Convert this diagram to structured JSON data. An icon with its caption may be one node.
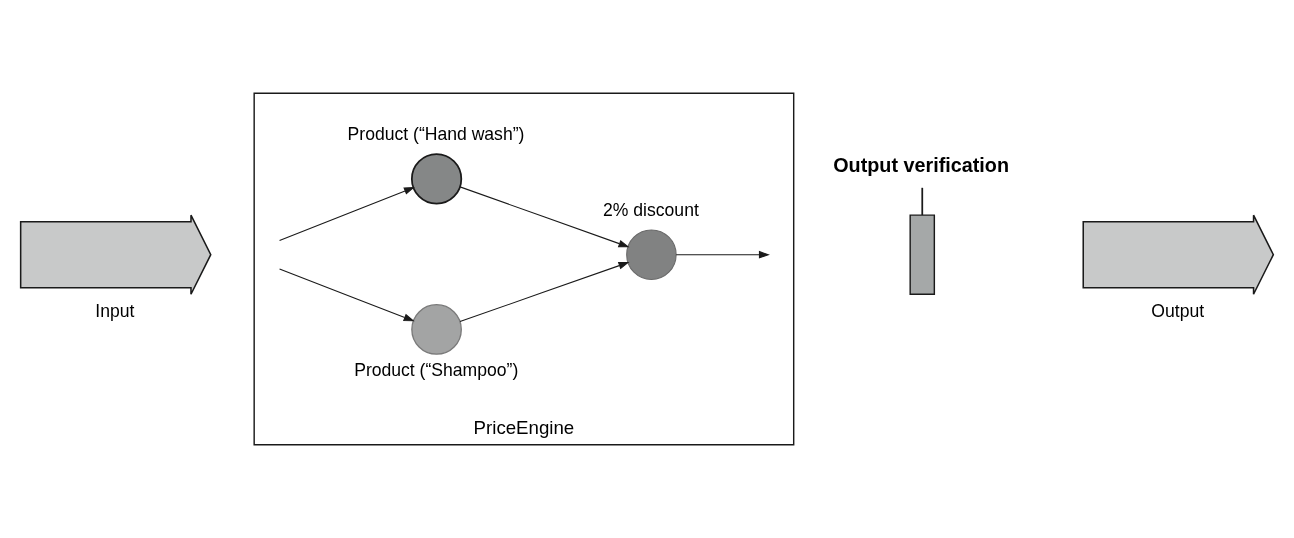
{
  "diagram": {
    "nodes": [
      {
        "text": [
          "Input"
        ]
      },
      {
        "text": [
          "PriceEngine"
        ]
      },
      {
        "text": [
          "Product (“Hand wash”)"
        ],
        "in": 1
      },
      {
        "text": [
          "Product (“Shampoo”)"
        ],
        "in": 1
      },
      {
        "text": [
          "2% discount"
        ],
        "in": 1
      },
      {
        "text": [
          "Output verification"
        ]
      },
      {
        "text": [],
        "shape": "bar"
      },
      {
        "text": [
          "Output"
        ]
      }
    ],
    "edges": [
      {
        "from": null,
        "to": 2,
        "arrow": "to"
      },
      {
        "from": null,
        "to": 3,
        "arrow": "to"
      },
      {
        "from": 2,
        "to": 4,
        "arrow": "to"
      },
      {
        "from": 3,
        "to": 4,
        "arrow": "to"
      },
      {
        "from": 4,
        "to": null,
        "arrow": "to"
      },
      {
        "from": 5,
        "to": 6,
        "arrow": "none"
      }
    ]
  }
}
